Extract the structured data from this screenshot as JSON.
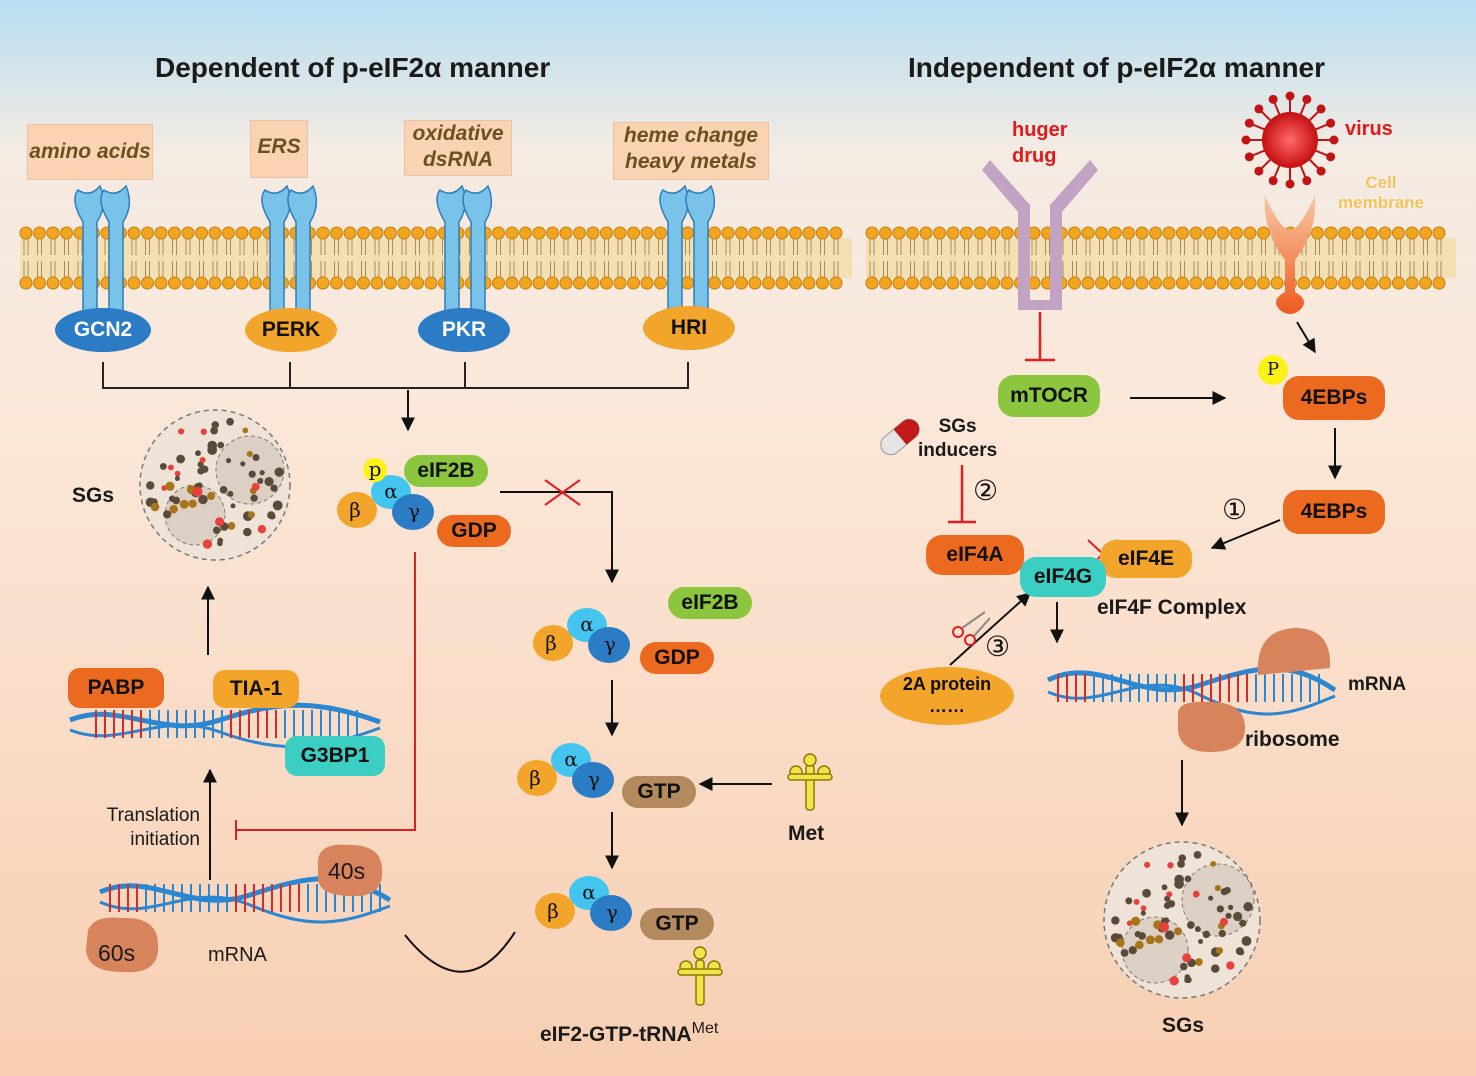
{
  "left": {
    "title": "Dependent of p-eIF2α manner",
    "stimuli": [
      "amino acids",
      "ERS",
      "oxidative",
      "dsRNA",
      "heme change",
      "heavy metals"
    ],
    "kinases": [
      "GCN2",
      "PERK",
      "PKR",
      "HRI"
    ],
    "sgs_label": "SGs",
    "complex": {
      "phospho": "p",
      "alpha": "α",
      "beta": "β",
      "gamma": "γ",
      "eif2b": "eIF2B",
      "gdp": "GDP",
      "gtp": "GTP"
    },
    "proteins": {
      "pabp": "PABP",
      "tia1": "TIA-1",
      "g3bp1": "G3BP1"
    },
    "translation": [
      "Translation",
      "initiation"
    ],
    "ribosome": {
      "s40": "40s",
      "s60": "60s",
      "mrna": "mRNA"
    },
    "met": "Met",
    "ternary": {
      "main": "eIF2-GTP-tRNA",
      "sup": "Met"
    }
  },
  "right": {
    "title": "Independent of p-eIF2α manner",
    "huger": [
      "huger",
      "drug"
    ],
    "virus": "virus",
    "cell_membrane": [
      "Cell",
      "membrane"
    ],
    "mtocr": "mTOCR",
    "phospho": "P",
    "ebp1": "4EBPs",
    "ebp2": "4EBPs",
    "sg_inducers": [
      "SGs",
      "inducers"
    ],
    "steps": [
      "①",
      "②",
      "③"
    ],
    "eif4a": "eIF4A",
    "eif4g": "eIF4G",
    "eif4e": "eIF4E",
    "eif4f": "eIF4F Complex",
    "protein2a": "2A protein",
    "dots": "……",
    "mrna": "mRNA",
    "ribosome": "ribosome",
    "sgs": "SGs"
  },
  "colors": {
    "blue": "#2b7cc4",
    "orange": "#f3a42a",
    "red_orange": "#ec6a1f",
    "green": "#8cc63f",
    "teal": "#3bcfc3",
    "tan": "#b38a5d",
    "inhibit": "#e02020"
  }
}
